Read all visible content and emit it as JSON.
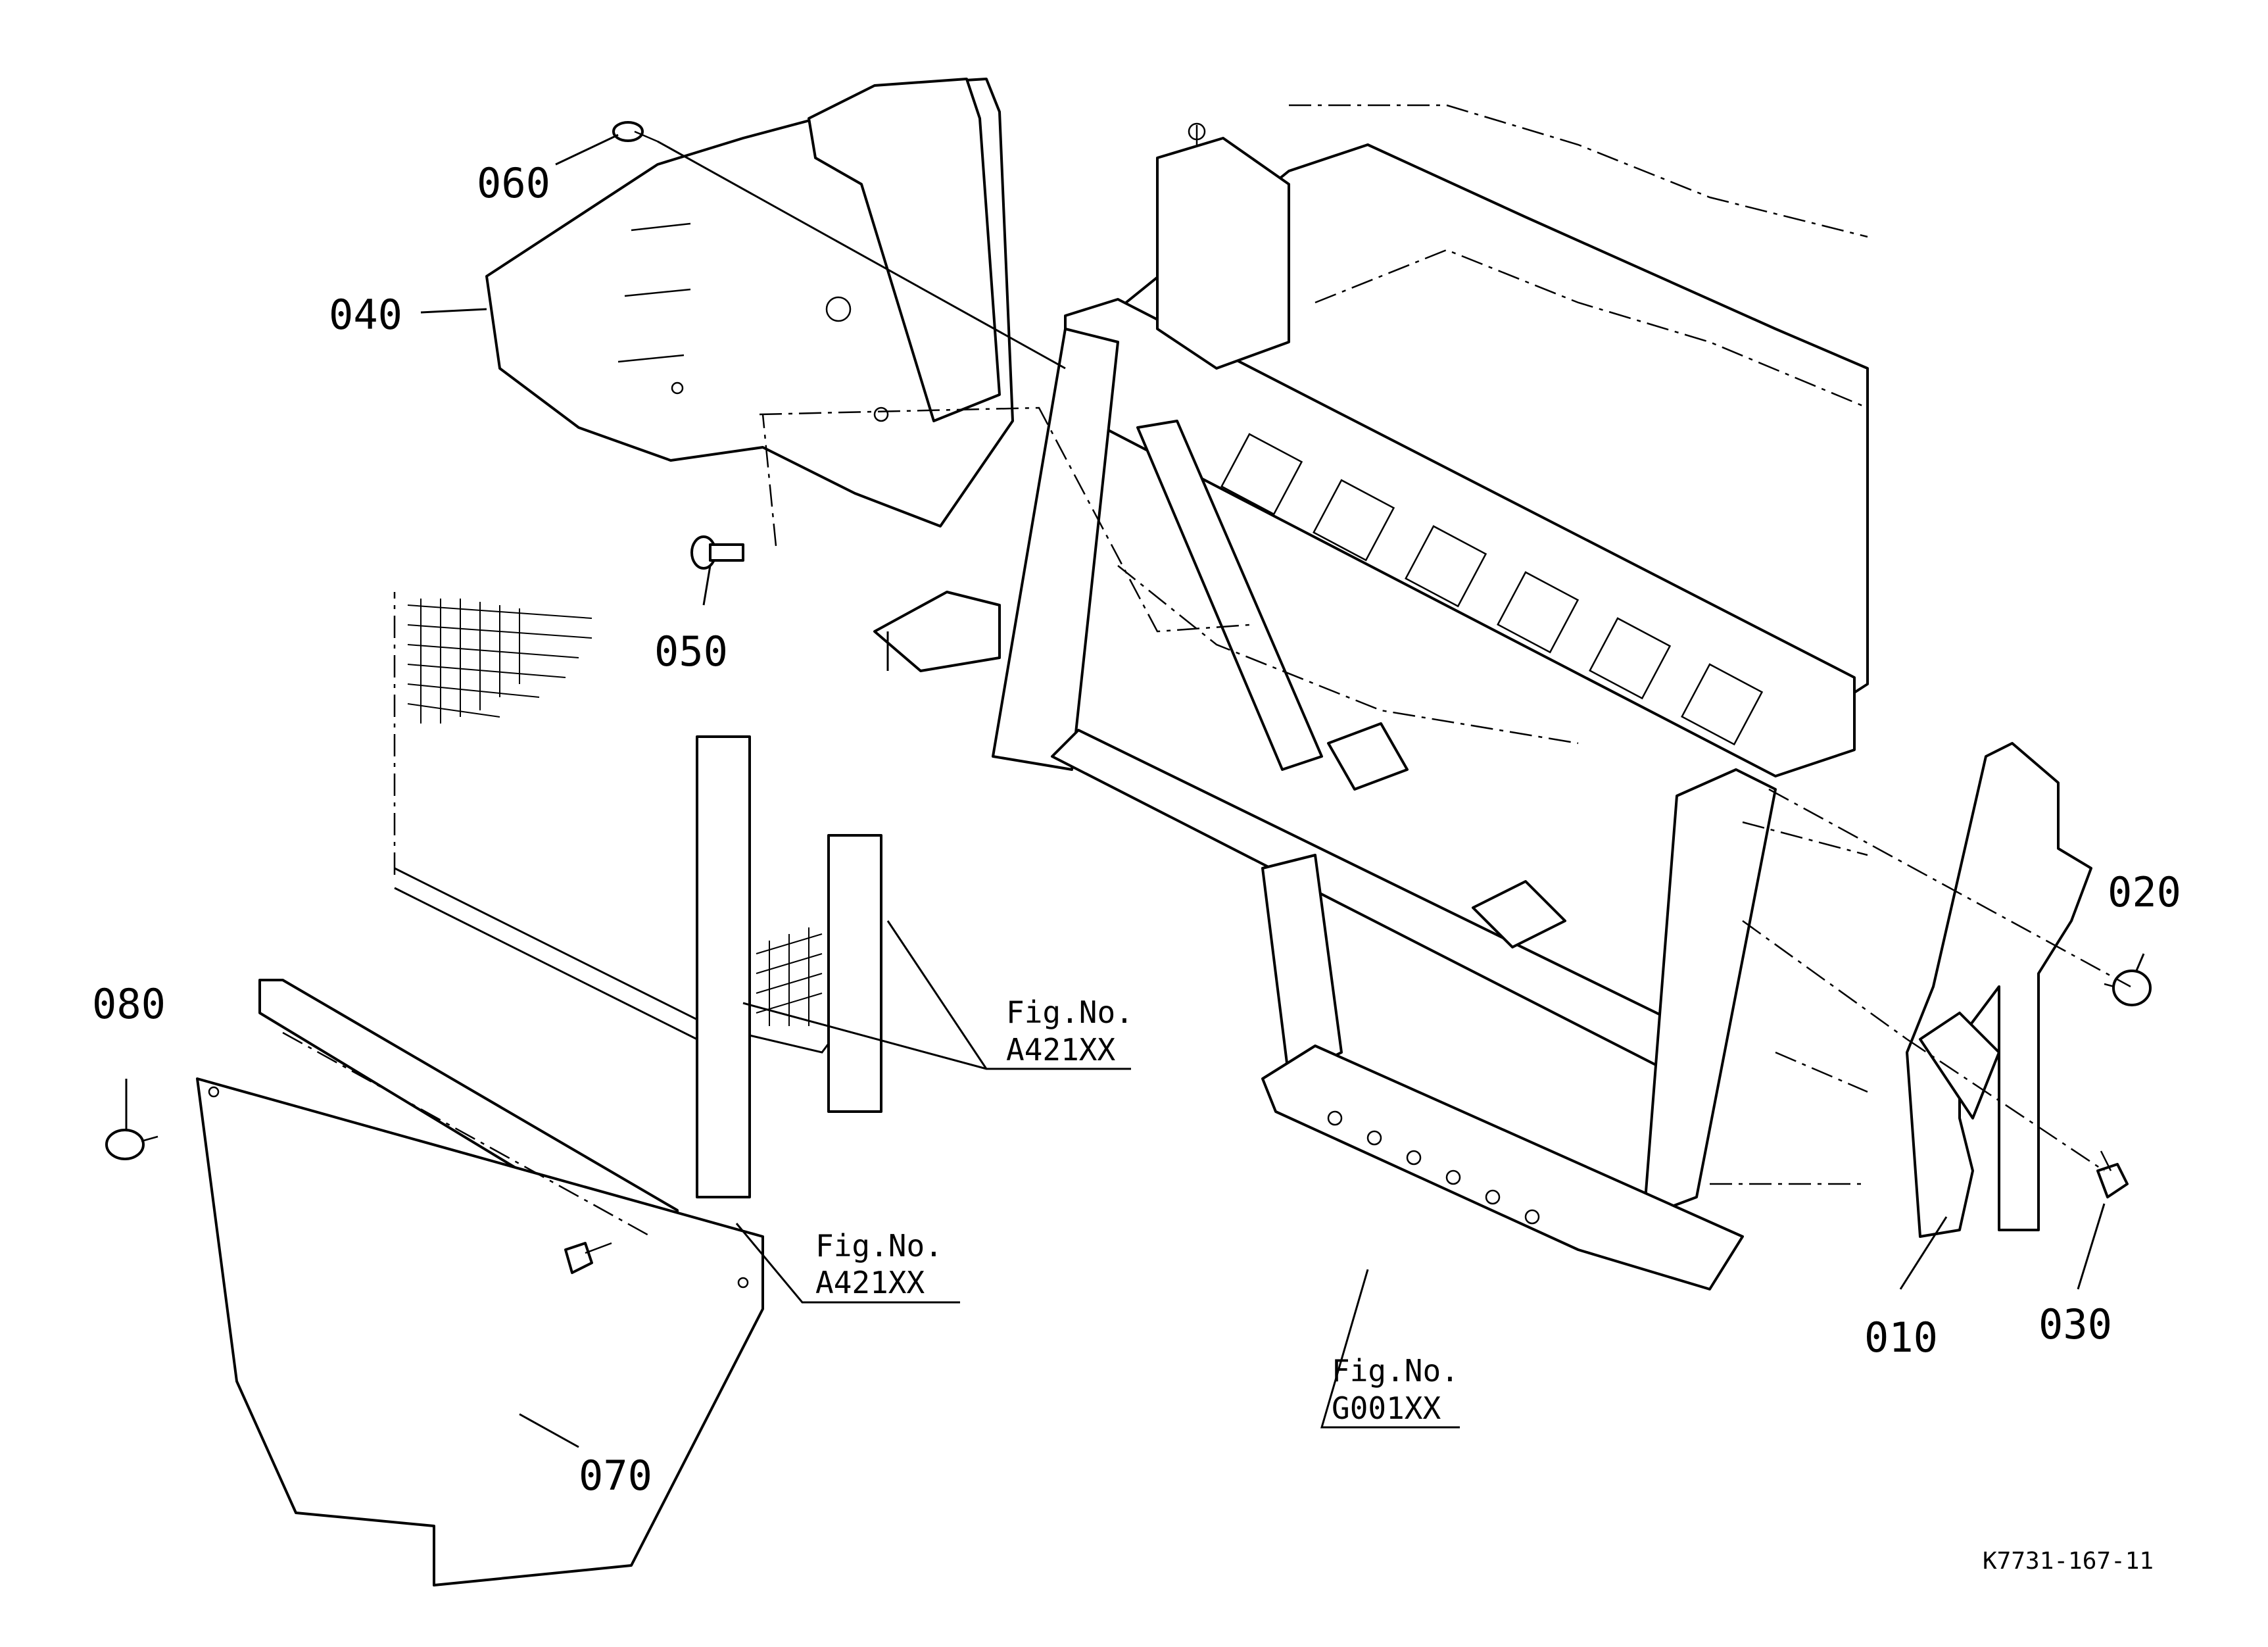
{
  "diagram": {
    "part_labels": [
      "060",
      "040",
      "050",
      "080",
      "070",
      "020",
      "010",
      "030"
    ],
    "figure_references": [
      {
        "prefix": "Fig.No.",
        "code": "A421XX"
      },
      {
        "prefix": "Fig.No.",
        "code": "A421XX"
      },
      {
        "prefix": "Fig.No.",
        "code": "G001XX"
      }
    ],
    "drawing_code": "K7731-167-11"
  }
}
